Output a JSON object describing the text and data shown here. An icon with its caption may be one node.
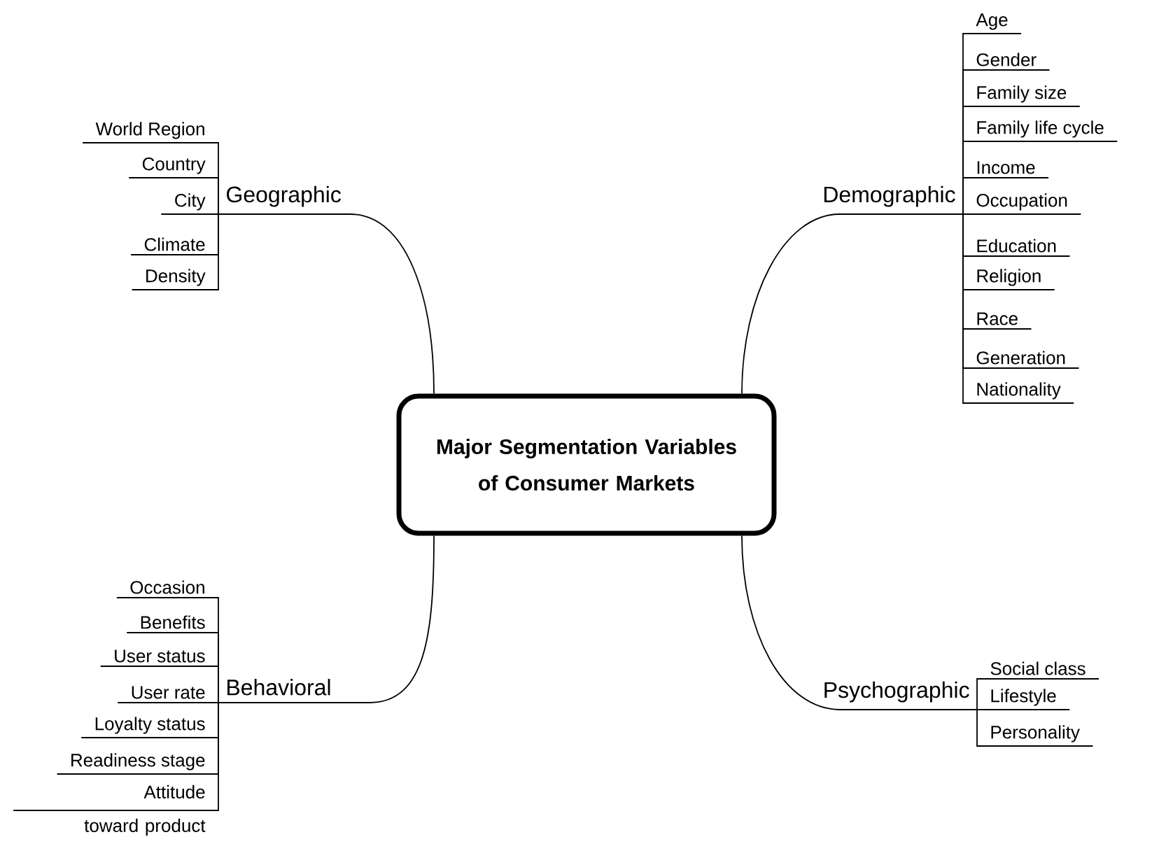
{
  "diagram": {
    "nodes": [
      {
        "text": [
          "Major Segmentation Variables of Consumer Markets"
        ]
      },
      {
        "text": [
          "Geographic"
        ]
      },
      {
        "text": [
          "Demographic"
        ]
      },
      {
        "text": [
          "Behavioral"
        ]
      },
      {
        "text": [
          "Psychographic"
        ]
      },
      {
        "text": [
          "World Region"
        ]
      },
      {
        "text": [
          "Country"
        ]
      },
      {
        "text": [
          "City"
        ]
      },
      {
        "text": [
          "Climate"
        ]
      },
      {
        "text": [
          "Density"
        ]
      },
      {
        "text": [
          "Age"
        ]
      },
      {
        "text": [
          "Gender"
        ]
      },
      {
        "text": [
          "Family size"
        ]
      },
      {
        "text": [
          "Family life cycle"
        ]
      },
      {
        "text": [
          "Income"
        ]
      },
      {
        "text": [
          "Occupation"
        ]
      },
      {
        "text": [
          "Education"
        ]
      },
      {
        "text": [
          "Religion"
        ]
      },
      {
        "text": [
          "Race"
        ]
      },
      {
        "text": [
          "Generation"
        ]
      },
      {
        "text": [
          "Nationality"
        ]
      },
      {
        "text": [
          "Occasion"
        ]
      },
      {
        "text": [
          "Benefits"
        ]
      },
      {
        "text": [
          "User status"
        ]
      },
      {
        "text": [
          "User rate"
        ]
      },
      {
        "text": [
          "Loyalty status"
        ]
      },
      {
        "text": [
          "Readiness stage"
        ]
      },
      {
        "text": [
          "Attitude toward product"
        ]
      },
      {
        "text": [
          "Social class"
        ]
      },
      {
        "text": [
          "Lifestyle"
        ]
      },
      {
        "text": [
          "Personality"
        ]
      }
    ],
    "edges": [
      {
        "from": 0,
        "to": 1,
        "arrow": "none"
      },
      {
        "from": 0,
        "to": 2,
        "arrow": "none"
      },
      {
        "from": 0,
        "to": 3,
        "arrow": "none"
      },
      {
        "from": 0,
        "to": 4,
        "arrow": "none"
      },
      {
        "from": 1,
        "to": 5,
        "arrow": "none"
      },
      {
        "from": 1,
        "to": 6,
        "arrow": "none"
      },
      {
        "from": 1,
        "to": 7,
        "arrow": "none"
      },
      {
        "from": 1,
        "to": 8,
        "arrow": "none"
      },
      {
        "from": 1,
        "to": 9,
        "arrow": "none"
      },
      {
        "from": 2,
        "to": 10,
        "arrow": "none"
      },
      {
        "from": 2,
        "to": 11,
        "arrow": "none"
      },
      {
        "from": 2,
        "to": 12,
        "arrow": "none"
      },
      {
        "from": 2,
        "to": 13,
        "arrow": "none"
      },
      {
        "from": 2,
        "to": 14,
        "arrow": "none"
      },
      {
        "from": 2,
        "to": 15,
        "arrow": "none"
      },
      {
        "from": 2,
        "to": 16,
        "arrow": "none"
      },
      {
        "from": 2,
        "to": 17,
        "arrow": "none"
      },
      {
        "from": 2,
        "to": 18,
        "arrow": "none"
      },
      {
        "from": 2,
        "to": 19,
        "arrow": "none"
      },
      {
        "from": 2,
        "to": 20,
        "arrow": "none"
      },
      {
        "from": 3,
        "to": 21,
        "arrow": "none"
      },
      {
        "from": 3,
        "to": 22,
        "arrow": "none"
      },
      {
        "from": 3,
        "to": 23,
        "arrow": "none"
      },
      {
        "from": 3,
        "to": 24,
        "arrow": "none"
      },
      {
        "from": 3,
        "to": 25,
        "arrow": "none"
      },
      {
        "from": 3,
        "to": 26,
        "arrow": "none"
      },
      {
        "from": 3,
        "to": 27,
        "arrow": "none"
      },
      {
        "from": 4,
        "to": 28,
        "arrow": "none"
      },
      {
        "from": 4,
        "to": 29,
        "arrow": "none"
      },
      {
        "from": 4,
        "to": 30,
        "arrow": "none"
      }
    ]
  }
}
